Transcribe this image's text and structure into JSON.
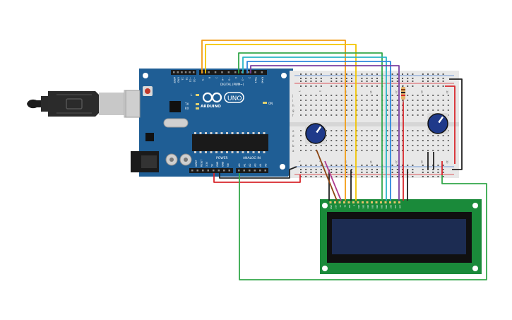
{
  "board": {
    "brand": "ARDUINO",
    "model": "UNO",
    "digital_header": "DIGITAL (PWM~)",
    "power_header": "POWER",
    "analog_header": "ANALOG IN",
    "on_label": "ON",
    "tx_label": "TX",
    "rx_label": "RX",
    "l_label": "L",
    "digital_pins": [
      "AREF",
      "GND",
      "13",
      "12",
      "~11",
      "~10",
      "~9",
      "8",
      "7",
      "~6",
      "~5",
      "4",
      "~3",
      "2",
      "TX▸1",
      "RX◂0"
    ],
    "power_pins": [
      "IOREF",
      "RESET",
      "3.3V",
      "5V",
      "GND",
      "GND",
      "Vin"
    ],
    "analog_pins": [
      "A0",
      "A1",
      "A2",
      "A3",
      "A4",
      "A5"
    ]
  },
  "breadboard": {
    "row_letters_top": [
      "j",
      "i",
      "h",
      "g",
      "f"
    ],
    "row_letters_bottom": [
      "e",
      "d",
      "c",
      "b",
      "a"
    ],
    "column_numbers": [
      "1",
      "5",
      "10",
      "15",
      "20",
      "25",
      "30"
    ]
  },
  "lcd": {
    "pins": [
      "GND",
      "VCC",
      "V0",
      "RS",
      "RW",
      "E",
      "DB0",
      "DB1",
      "DB2",
      "DB3",
      "DB4",
      "DB5",
      "DB6",
      "DB7",
      "LED",
      "LED"
    ]
  },
  "colors": {
    "board": "#1f5e95",
    "lcd_pcb": "#1a8a3a",
    "lcd_screen": "#1c2c52",
    "wire_red": "#d8262b",
    "wire_black": "#222222",
    "wire_green": "#33a84a",
    "wire_orange": "#f39c12",
    "wire_yellow": "#f2c500",
    "wire_blue": "#2e86de",
    "wire_cyan": "#29b6c6",
    "wire_purple": "#7b3fa0",
    "wire_brown": "#8b4513",
    "wire_magenta": "#b03a8c"
  }
}
